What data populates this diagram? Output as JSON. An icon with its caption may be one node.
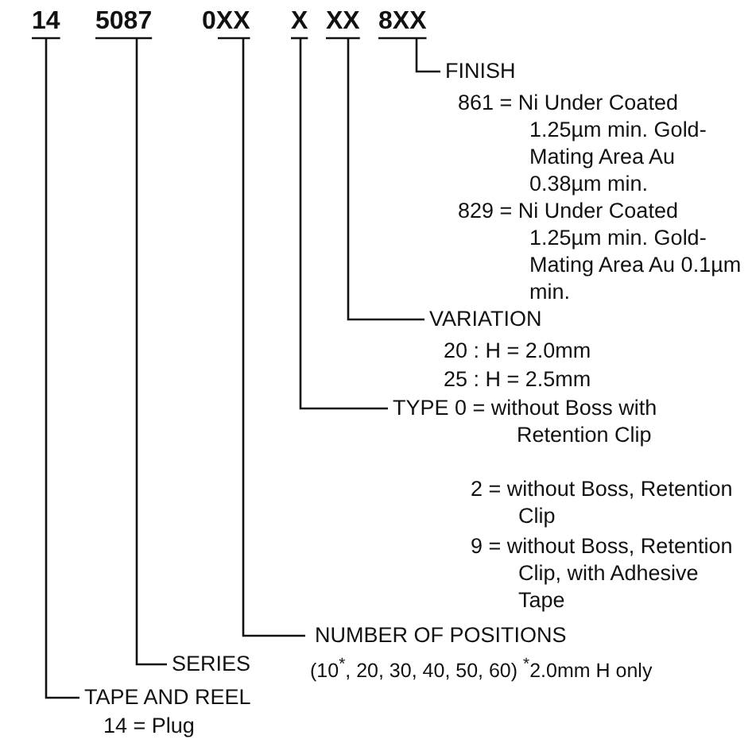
{
  "diagram": {
    "nodes": [
      {
        "text": [
          "14"
        ]
      },
      {
        "text": [
          "5087"
        ]
      },
      {
        "text": [
          "0XX"
        ]
      },
      {
        "text": [
          "X"
        ]
      },
      {
        "text": [
          "XX"
        ]
      },
      {
        "text": [
          "8XX"
        ]
      },
      {
        "text": [
          "FINISH",
          "861 = Ni Under Coated 1.25µm min. Gold-Mating Area Au 0.38µm min.",
          "829 = Ni Under Coated 1.25µm min. Gold-Mating Area Au 0.1µm min."
        ]
      },
      {
        "text": [
          "VARIATION",
          "20 : H = 2.0mm",
          "25 : H = 2.5mm"
        ]
      },
      {
        "text": [
          "TYPE",
          "0 = without Boss with Retention Clip",
          "2 = without Boss, Retention Clip",
          "9 = without Boss, Retention Clip, with Adhesive Tape"
        ]
      },
      {
        "text": [
          "NUMBER OF POSITIONS",
          "(10$^{*}$, 20, 30, 40, 50, 60) $^{*}$2.0mm H only"
        ]
      },
      {
        "text": [
          "SERIES"
        ]
      },
      {
        "text": [
          "TAPE AND REEL",
          "14 = Plug"
        ]
      }
    ],
    "edges": [
      {
        "from": 0,
        "to": 11,
        "arrow": "none"
      },
      {
        "from": 1,
        "to": 10,
        "arrow": "none"
      },
      {
        "from": 2,
        "to": 9,
        "arrow": "none"
      },
      {
        "from": 3,
        "to": 8,
        "arrow": "none"
      },
      {
        "from": 4,
        "to": 7,
        "arrow": "none"
      },
      {
        "from": 5,
        "to": 6,
        "arrow": "none"
      }
    ]
  }
}
